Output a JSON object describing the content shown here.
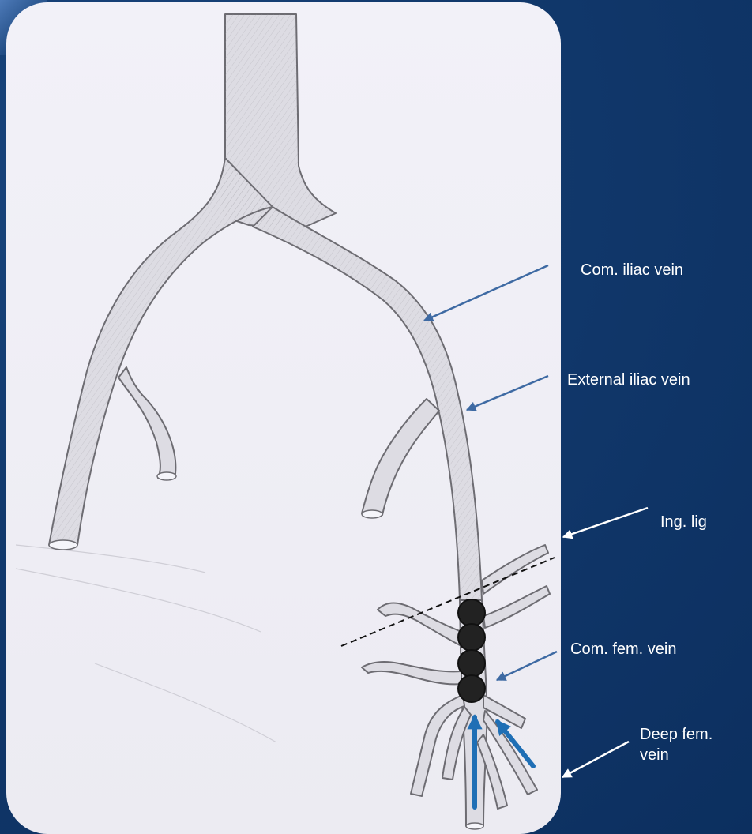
{
  "labels": {
    "com_iliac": "Com. iliac vein",
    "external_iliac": "External iliac vein",
    "ing_lig": "Ing. lig",
    "com_fem": "Com. fem. vein",
    "deep_fem": "Deep fem. vein"
  },
  "colors": {
    "background": "#0f3366",
    "panel": "#efeef5",
    "vein_fill": "#d9d8df",
    "vein_stroke": "#6d6c72",
    "pointer_arrow_blue": "#3e6aa3",
    "pointer_arrow_white": "#ffffff",
    "flow_arrow": "#1f6fb5",
    "occlusion": "#222222",
    "ligament_line": "#111111",
    "label_text": "#ffffff"
  },
  "icons": {
    "occlusion_markers": "black-circle",
    "flow_arrows": "arrow-up"
  },
  "occlusion_count": 4
}
